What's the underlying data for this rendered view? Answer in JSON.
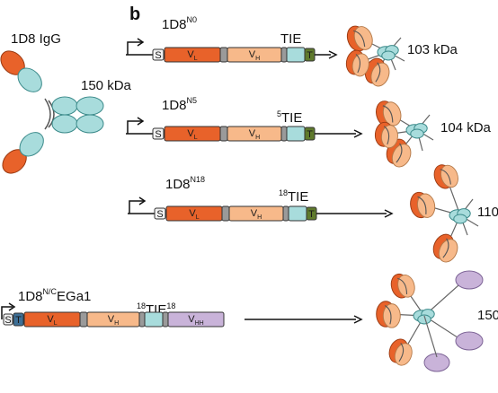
{
  "panel_b_letter": "b",
  "igg": {
    "name": "1D8 IgG",
    "mass": "150 kDa"
  },
  "constructs": [
    {
      "name_base": "1D8",
      "name_sup": "N0",
      "domain_prefix_sup": "",
      "domain_label": "TIE",
      "domain_suffix_sup": "",
      "mass": "103 kDa"
    },
    {
      "name_base": "1D8",
      "name_sup": "N5",
      "domain_prefix_sup": "5",
      "domain_label": "TIE",
      "domain_suffix_sup": "",
      "mass": "104 kDa"
    },
    {
      "name_base": "1D8",
      "name_sup": "N18",
      "domain_prefix_sup": "18",
      "domain_label": "TIE",
      "domain_suffix_sup": "",
      "mass": "110"
    },
    {
      "name_base": "1D8",
      "name_sup": "N/C",
      "name_suffix": "EGa1",
      "domain_prefix_sup": "18",
      "domain_label": "TIE",
      "domain_suffix_sup": "18",
      "mass": "150"
    }
  ],
  "segments": {
    "signal": "S",
    "trimer": "T",
    "vl_base": "V",
    "vl_sub": "L",
    "vh_base": "V",
    "vh_sub": "H",
    "vhh_base": "V",
    "vhh_sub": "HH"
  },
  "colors": {
    "vl": "#e8622a",
    "vh": "#f7b98a",
    "tie": "#a8dcdc",
    "trimer": "#5f7a2c",
    "trimer_row4": "#3d6f96",
    "vhh": "#c9b3d9",
    "linker": "#9a9a9a",
    "signal": "#f2f2f2",
    "outline": "#333333"
  }
}
